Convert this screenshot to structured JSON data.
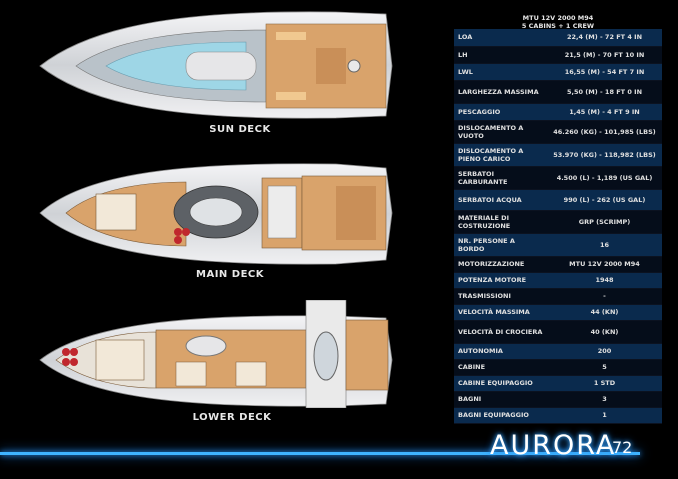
{
  "decks": {
    "sun": "SUN DECK",
    "main": "MAIN DECK",
    "lower": "LOWER DECK"
  },
  "header": {
    "line1": "MTU 12V 2000 M94",
    "line2": "5 CABINS + 1 CREW"
  },
  "specs": [
    {
      "label": "LOA",
      "value": "22,4 (M) - 72 FT 4 IN"
    },
    {
      "label": "LH",
      "value": "21,5 (M) - 70 FT 10 IN"
    },
    {
      "label": "LWL",
      "value": "16,55 (M) - 54 FT 7 IN"
    },
    {
      "label": "LARGHEZZA MASSIMA",
      "value": "5,50 (M) - 18 FT 0 IN"
    },
    {
      "label": "PESCAGGIO",
      "value": "1,45 (M) - 4 FT 9 IN"
    },
    {
      "label": "DISLOCAMENTO A VUOTO",
      "value": "46.260 (KG) - 101,985 (LBS)"
    },
    {
      "label": "DISLOCAMENTO A PIENO CARICO",
      "value": "53.970 (KG) - 118,982 (LBS)"
    },
    {
      "label": "SERBATOI CARBURANTE",
      "value": "4.500 (L) - 1,189 (US GAL)"
    },
    {
      "label": "SERBATOI ACQUA",
      "value": "990 (L) - 262 (US GAL)"
    },
    {
      "label": "MATERIALE DI COSTRUZIONE",
      "value": "GRP (SCRIMP)"
    },
    {
      "label": "NR. PERSONE A BORDO",
      "value": "16"
    },
    {
      "label": "MOTORIZZAZIONE",
      "value": "MTU 12V 2000 M94"
    },
    {
      "label": "POTENZA MOTORE",
      "value": "1948"
    },
    {
      "label": "TRASMISSIONI",
      "value": "-"
    },
    {
      "label": "VELOCITÀ MASSIMA",
      "value": "44 (KN)"
    },
    {
      "label": "VELOCITÀ DI CROCIERA",
      "value": "40 (KN)"
    },
    {
      "label": "AUTONOMIA",
      "value": "200"
    },
    {
      "label": "CABINE",
      "value": "5"
    },
    {
      "label": "CABINE EQUIPAGGIO",
      "value": "1 STD"
    },
    {
      "label": "BAGNI",
      "value": "3"
    },
    {
      "label": "BAGNI EQUIPAGGIO",
      "value": "1"
    }
  ],
  "logo": {
    "name": "AURORA",
    "number": "72",
    "glow_color": "#3fb4ff"
  },
  "colors": {
    "row_odd": "#0a2a4d",
    "row_even": "#050d1a",
    "teak": "#d9a36b",
    "hull": "#e8e8ea"
  }
}
